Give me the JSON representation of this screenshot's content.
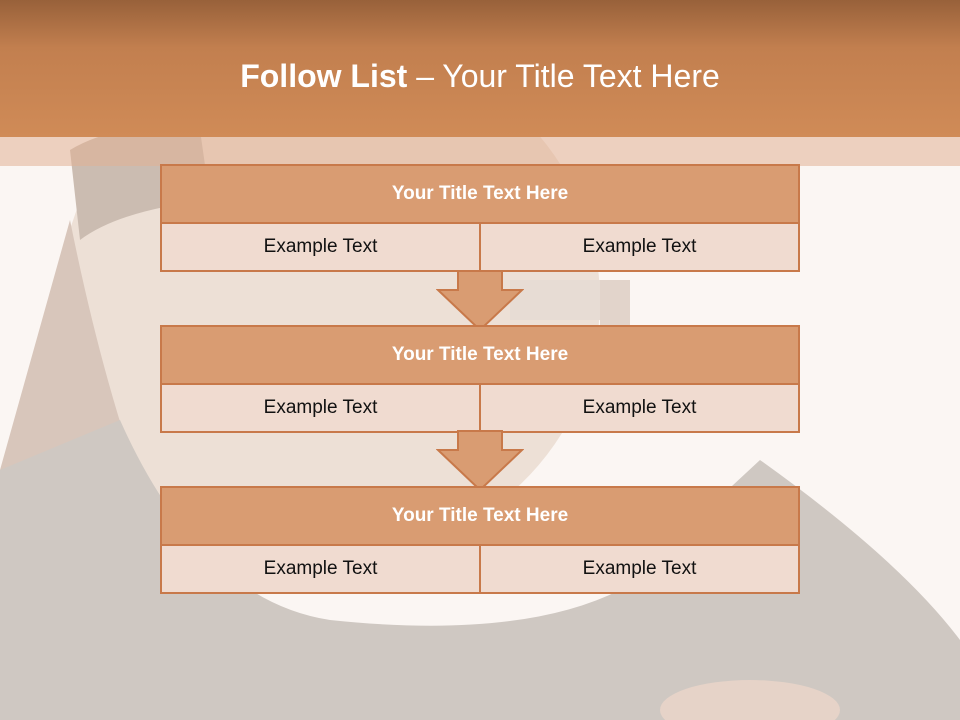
{
  "slide": {
    "title_bold": "Follow List",
    "title_rest": " – Your Title Text Here"
  },
  "blocks": [
    {
      "title": "Your Title Text Here",
      "left": "Example Text",
      "right": "Example Text"
    },
    {
      "title": "Your Title Text Here",
      "left": "Example Text",
      "right": "Example Text"
    },
    {
      "title": "Your Title Text Here",
      "left": "Example Text",
      "right": "Example Text"
    }
  ],
  "colors": {
    "header": "#c27f4f",
    "block_title": "#d99c72",
    "block_border": "#c8794a",
    "cell": "#f0dbd0",
    "arrow": "#d99c72"
  }
}
